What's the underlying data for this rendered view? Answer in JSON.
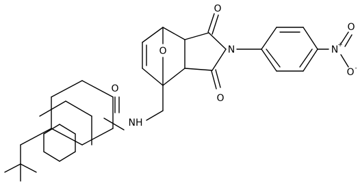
{
  "diagram": {
    "type": "chemical-structure",
    "atom_labels": {
      "o_amide": "O",
      "nh": "NH",
      "o_bridge": "O",
      "o_imide_top": "O",
      "o_imide_bottom": "O",
      "n_imide": "N",
      "n_nitro": "N",
      "n_nitro_charge": "+",
      "o_nitro_top": "O",
      "o_nitro_bottom": "O",
      "o_nitro_charge": "-"
    },
    "colors": {
      "bond": "#000000",
      "text": "#000000",
      "background": "#ffffff"
    }
  }
}
